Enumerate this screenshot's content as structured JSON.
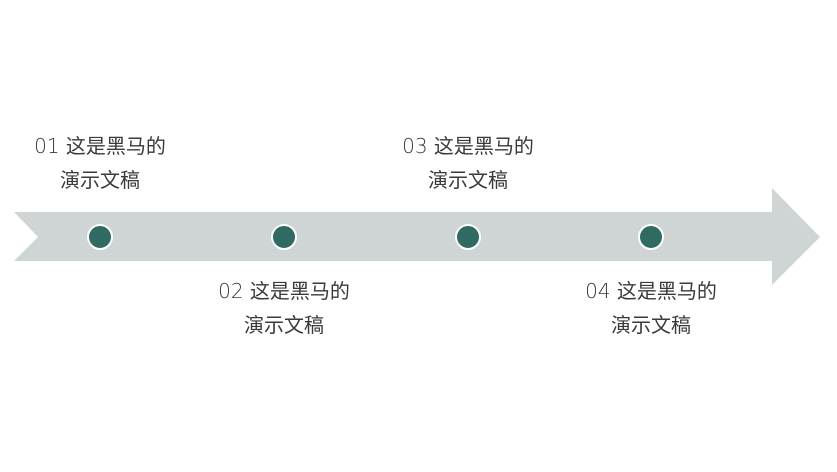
{
  "colors": {
    "arrow": "#cfd5d4",
    "dot": "#2f6b62",
    "dot_outline": "#ffffff",
    "text": "#3a3a3a"
  },
  "milestones": [
    {
      "number": "01",
      "line1": "01 这是黑马的",
      "line2": "演示文稿",
      "position": "above"
    },
    {
      "number": "02",
      "line1": "02 这是黑马的",
      "line2": "演示文稿",
      "position": "below"
    },
    {
      "number": "03",
      "line1": "03 这是黑马的",
      "line2": "演示文稿",
      "position": "above"
    },
    {
      "number": "04",
      "line1": "04 这是黑马的",
      "line2": "演示文稿",
      "position": "below"
    }
  ]
}
